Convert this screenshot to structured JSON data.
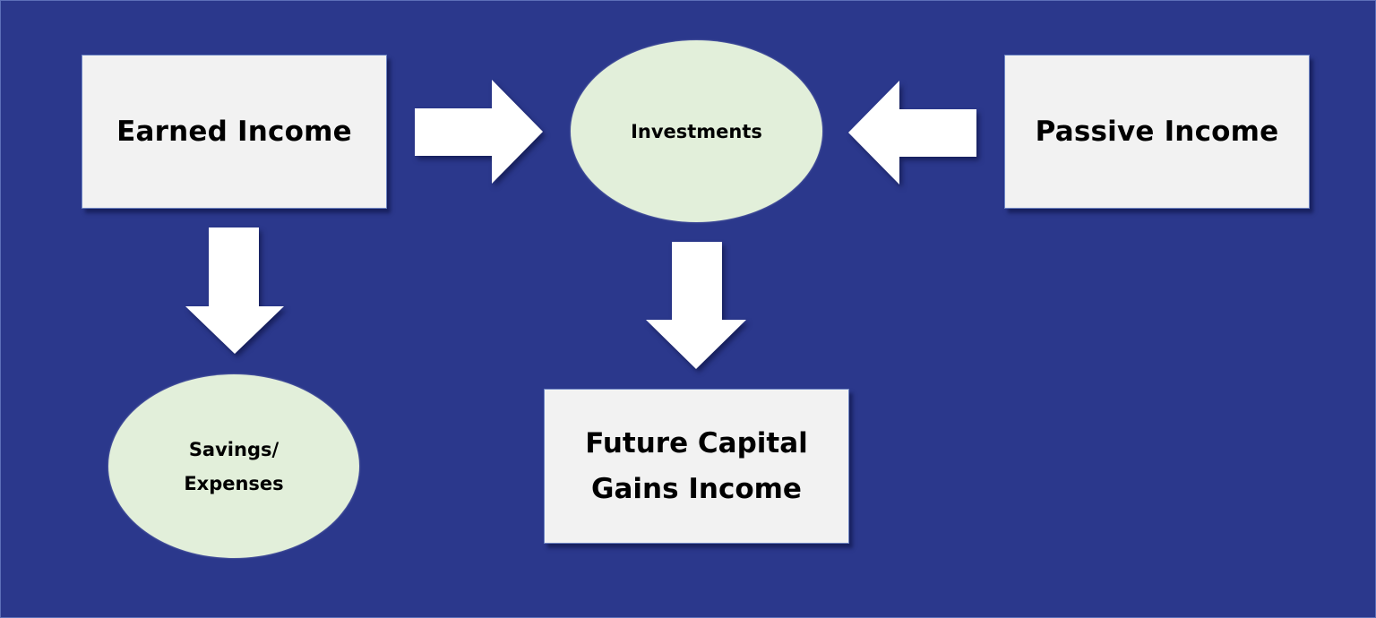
{
  "diagram": {
    "background_color": "#2B388C",
    "box_color": "#F2F2F2",
    "ellipse_color": "#E2EFDA",
    "arrow_color": "#FFFFFF",
    "nodes": {
      "earned_income": {
        "label": "Earned Income",
        "shape": "rectangle"
      },
      "investments": {
        "label": "Investments",
        "shape": "ellipse"
      },
      "passive_income": {
        "label": "Passive Income",
        "shape": "rectangle"
      },
      "savings_expenses": {
        "line1": "Savings/",
        "line2": "Expenses",
        "shape": "ellipse"
      },
      "future_capital_gains": {
        "line1": "Future Capital",
        "line2": "Gains Income",
        "shape": "rectangle"
      }
    },
    "edges": [
      {
        "from": "Earned Income",
        "to": "Investments",
        "direction": "right"
      },
      {
        "from": "Passive Income",
        "to": "Investments",
        "direction": "left"
      },
      {
        "from": "Earned Income",
        "to": "Savings/Expenses",
        "direction": "down"
      },
      {
        "from": "Investments",
        "to": "Future Capital Gains Income",
        "direction": "down"
      }
    ]
  }
}
